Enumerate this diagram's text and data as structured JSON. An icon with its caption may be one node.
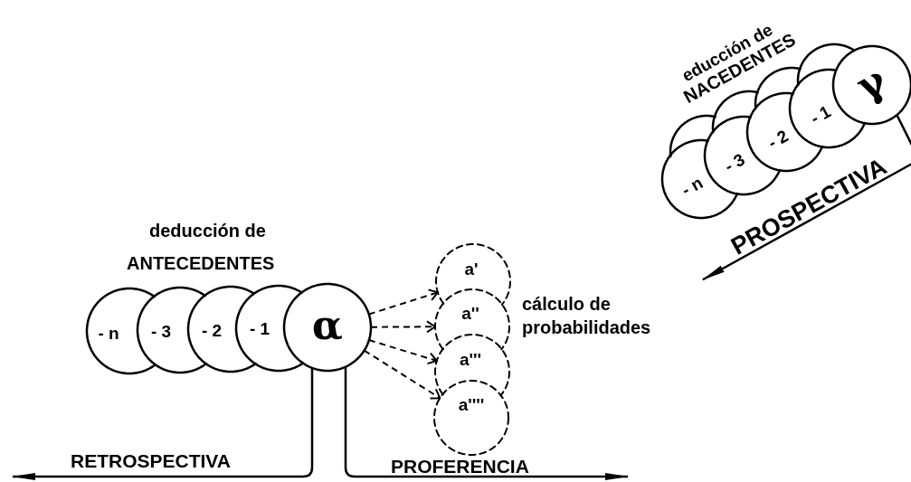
{
  "diagram": {
    "nodes": [
      {
        "text": [
          "- n"
        ]
      },
      {
        "text": [
          "- 3"
        ]
      },
      {
        "text": [
          "- 2"
        ]
      },
      {
        "text": [
          "- 1"
        ]
      },
      {
        "text": [
          "α"
        ]
      },
      {
        "text": [
          "a'"
        ]
      },
      {
        "text": [
          "a''"
        ]
      },
      {
        "text": [
          "a'''"
        ]
      },
      {
        "text": [
          "a''''"
        ]
      },
      {
        "text": [],
        "shape": "circle"
      },
      {
        "text": [],
        "shape": "circle"
      },
      {
        "text": [],
        "shape": "circle"
      },
      {
        "text": [],
        "shape": "circle"
      },
      {
        "text": [
          "- n"
        ]
      },
      {
        "text": [
          "- 3"
        ]
      },
      {
        "text": [
          "- 2"
        ]
      },
      {
        "text": [
          "- 1"
        ]
      },
      {
        "text": [
          "γ"
        ]
      }
    ],
    "edges": [
      {
        "from": 4,
        "to": 5,
        "arrow": "to",
        "style": "dashed"
      },
      {
        "from": 4,
        "to": 6,
        "arrow": "to",
        "style": "dashed"
      },
      {
        "from": 4,
        "to": 7,
        "arrow": "to",
        "style": "dashed"
      },
      {
        "from": 4,
        "to": 8,
        "arrow": "to",
        "style": "dashed"
      },
      {
        "from": 4,
        "to": null,
        "arrow": "to",
        "label": "RETROSPECTIVA"
      },
      {
        "from": 4,
        "to": null,
        "arrow": "to",
        "label": "PROFERENCIA"
      },
      {
        "from": 17,
        "to": null,
        "arrow": "to",
        "label": "PROSPECTIVA"
      }
    ],
    "labels": [
      "deducción de",
      "ANTECEDENTES",
      "cálculo de probabilidades",
      "educción de",
      "NACEDENTES"
    ]
  }
}
